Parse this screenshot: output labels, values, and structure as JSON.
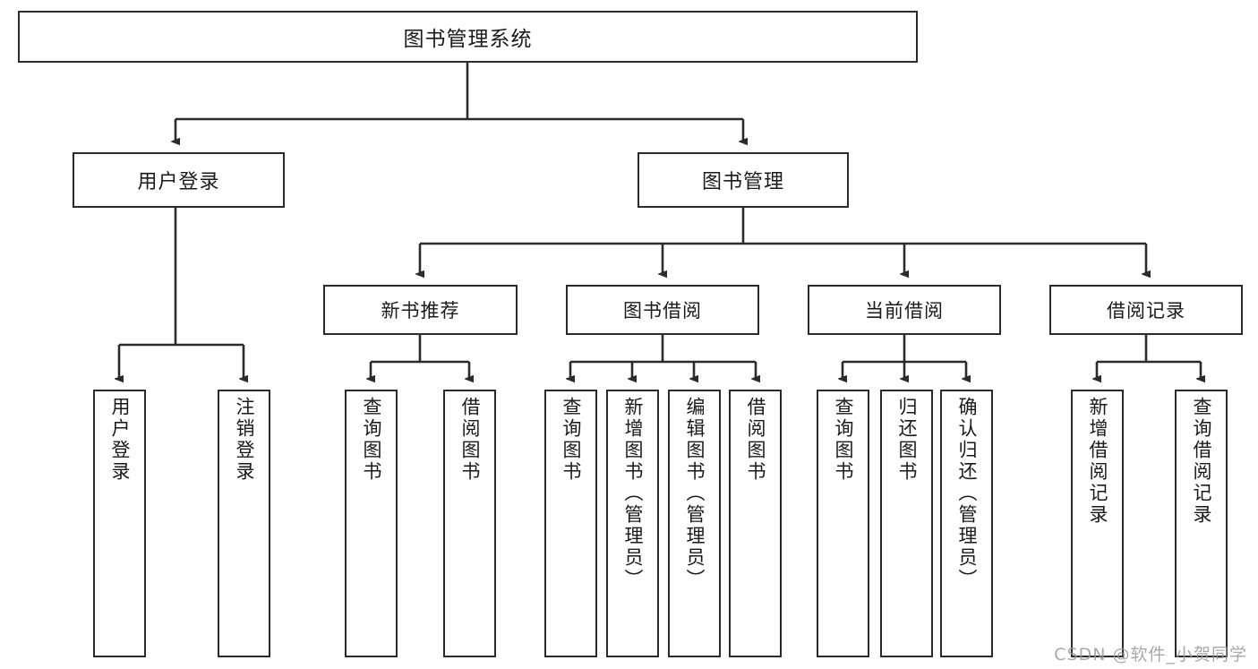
{
  "diagram": {
    "type": "tree",
    "title": "图书管理系统",
    "orientation": "top-down",
    "colors": {
      "box_border": "#2b2b2b",
      "box_fill": "#ffffff",
      "line": "#2b2b2b",
      "text": "#1a1a1a",
      "watermark": "#9a9a9a"
    },
    "root": {
      "label": "图书管理系统"
    },
    "level1": [
      {
        "label": "用户登录"
      },
      {
        "label": "图书管理"
      }
    ],
    "level2": [
      {
        "label": "新书推荐"
      },
      {
        "label": "图书借阅"
      },
      {
        "label": "当前借阅"
      },
      {
        "label": "借阅记录"
      }
    ],
    "leaves": {
      "user_login": [
        {
          "label": "用户登录"
        },
        {
          "label": "注销登录"
        }
      ],
      "new_book_recommend": [
        {
          "label": "查询图书"
        },
        {
          "label": "借阅图书"
        }
      ],
      "book_borrow": [
        {
          "label": "查询图书"
        },
        {
          "label": "新增图书（管理员）"
        },
        {
          "label": "编辑图书（管理员）"
        },
        {
          "label": "借阅图书"
        }
      ],
      "current_borrow": [
        {
          "label": "查询图书"
        },
        {
          "label": "归还图书"
        },
        {
          "label": "确认归还（管理员）"
        }
      ],
      "borrow_record": [
        {
          "label": "新增借阅记录"
        },
        {
          "label": "查询借阅记录"
        }
      ]
    }
  },
  "watermark": {
    "text": "CSDN @软件_小贺同学"
  }
}
